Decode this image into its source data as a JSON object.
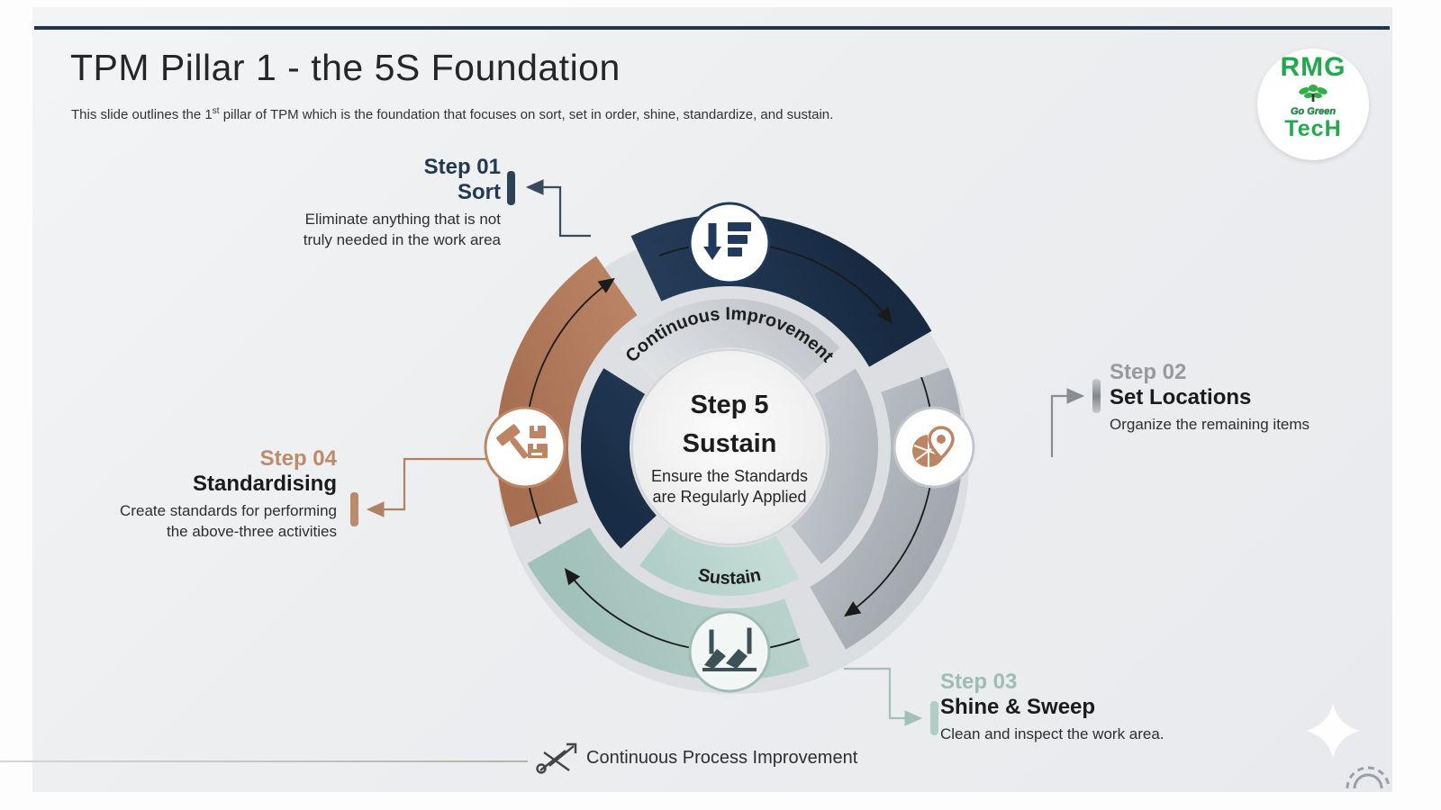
{
  "slide": {
    "title": "TPM Pillar 1 - the 5S Foundation",
    "subtitle_prefix": "This slide outlines the 1",
    "subtitle_sup": "st",
    "subtitle_suffix": " pillar of TPM which is the foundation that focuses on sort, set in order, shine, standardize, and sustain."
  },
  "logo": {
    "line1": "RMG",
    "line2": "Go Green",
    "line3": "TecH",
    "brand_green": "#21a94c"
  },
  "steps": [
    {
      "label": "Step 01",
      "title": "Sort",
      "desc1": "Eliminate anything that is not",
      "desc2": "truly needed in the work area",
      "color": "#24394f"
    },
    {
      "label": "Step 02",
      "title": "Set Locations",
      "desc1": "Organize the remaining items",
      "desc2": "",
      "color": "#97999d"
    },
    {
      "label": "Step 03",
      "title": "Shine & Sweep",
      "desc1": "Clean and inspect the work area.",
      "desc2": "",
      "color": "#9fbcb4"
    },
    {
      "label": "Step 04",
      "title": "Standardising",
      "desc1": "Create standards for performing",
      "desc2": "the above-three activities",
      "color": "#bd8a6b"
    }
  ],
  "center": {
    "step": "Step 5",
    "name": "Sustain",
    "desc1": "Ensure the Standards",
    "desc2": "are Regularly Applied"
  },
  "ring": {
    "top_label": "Continuous Improvement",
    "bottom_label": "Sustain",
    "segment_colors": {
      "top_navy": "#22395a",
      "right_silver": "#c3c7cd",
      "bottom_teal": "#b4d0ca",
      "left_copper": "#c08a6a"
    },
    "icons": [
      "sort-icon",
      "location-icon",
      "sweep-icon",
      "standardize-icon"
    ]
  },
  "footer": {
    "caption": "Continuous Process Improvement"
  }
}
